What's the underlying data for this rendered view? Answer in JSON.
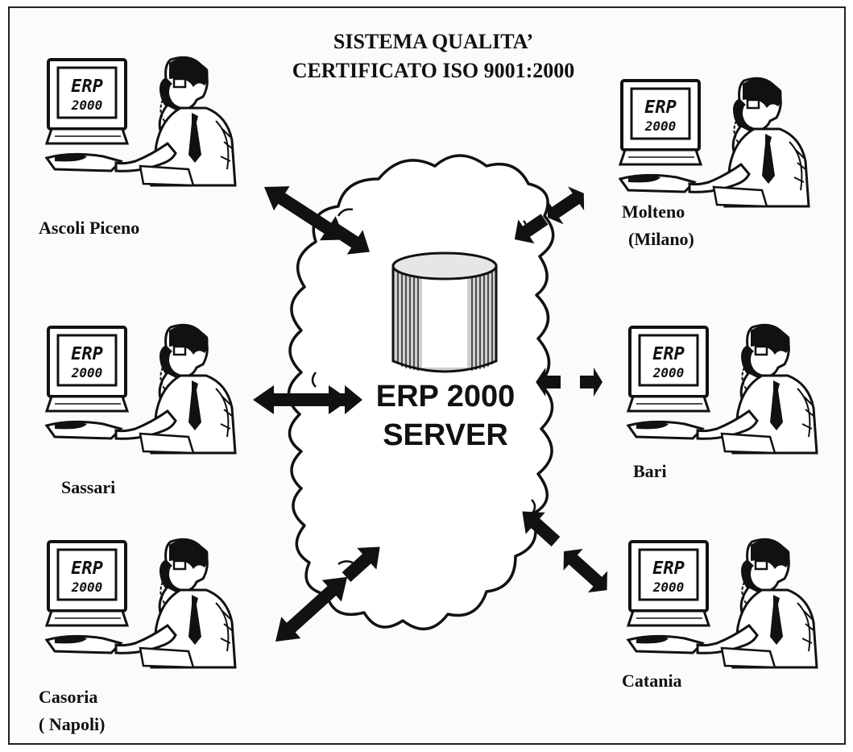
{
  "title": {
    "line1": "SISTEMA QUALITA’",
    "line2": "CERTIFICATO ISO 9001:2000"
  },
  "server": {
    "line1": "ERP 2000",
    "line2": "SERVER",
    "icon": "database-cylinder-icon"
  },
  "workstation": {
    "screen_line1": "ERP",
    "screen_line2": "2000",
    "icon": "user-at-computer-on-phone-icon"
  },
  "sites": [
    {
      "lines": [
        "Ascoli Piceno"
      ]
    },
    {
      "lines": [
        "Molteno",
        "(Milano)"
      ]
    },
    {
      "lines": [
        "Sassari"
      ]
    },
    {
      "lines": [
        "Bari"
      ]
    },
    {
      "lines": [
        "Casoria",
        "( Napoli)"
      ]
    },
    {
      "lines": [
        "Catania"
      ]
    }
  ],
  "colors": {
    "ink": "#111111",
    "paper": "#fbfbfb",
    "frame": "#222222"
  }
}
